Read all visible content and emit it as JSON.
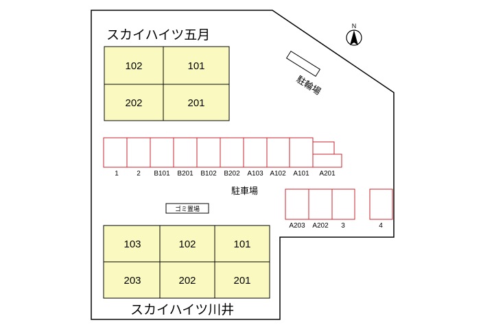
{
  "buildings": {
    "north": {
      "name": "スカイハイツ五月",
      "units": [
        "102",
        "101",
        "202",
        "201"
      ]
    },
    "south": {
      "name": "スカイハイツ川井",
      "units": [
        "103",
        "102",
        "101",
        "203",
        "202",
        "201"
      ]
    }
  },
  "areas": {
    "bicycle_parking": "駐輪場",
    "parking": "駐車場",
    "garbage": "ゴミ置場",
    "north_marker": "N"
  },
  "parking_spaces": {
    "upper_row": [
      "1",
      "2",
      "B101",
      "B201",
      "B102",
      "B202",
      "A103",
      "A102",
      "A101"
    ],
    "upper_small": "A201",
    "lower_row": [
      "A203",
      "A202",
      "3"
    ],
    "lower_single": "4"
  },
  "colors": {
    "building_fill": "#fafac0",
    "parking_stroke": "#c8202a",
    "parking_fill": "#ffffff",
    "outline": "#000000"
  }
}
